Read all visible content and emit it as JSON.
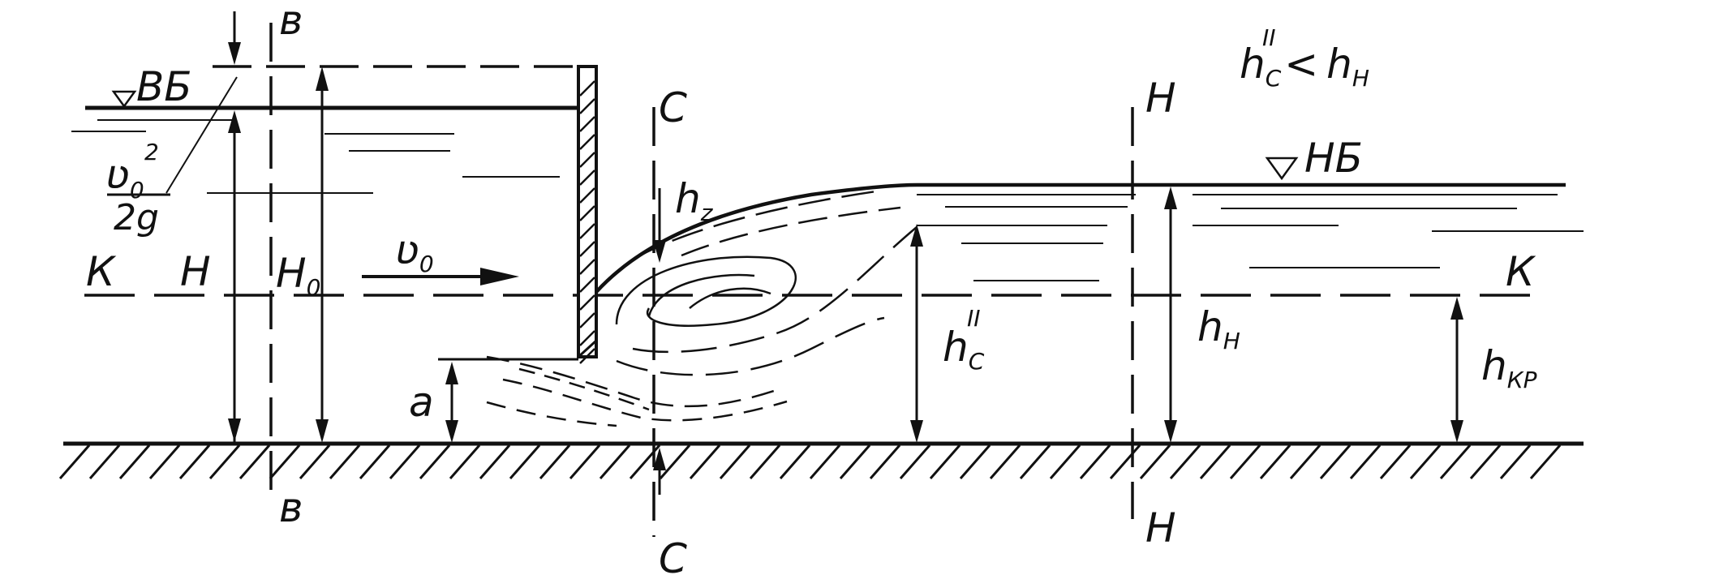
{
  "labels": {
    "headwater": "ВБ",
    "tailwater": "НБ",
    "velocity_head_num": "ʋ",
    "velocity_head_num_sub": "0",
    "velocity_head_num_sup": "2",
    "velocity_head_den": "2g",
    "section_v_top": "в",
    "section_v_bottom": "в",
    "section_c_top": "С",
    "section_c_bottom": "С",
    "section_n_top": "Н",
    "section_n_bottom": "Н",
    "critical_line_left": "К",
    "critical_line_right": "К",
    "head_h": "Н",
    "head_h0": "Н",
    "head_h0_sub": "0",
    "velocity_v0": "ʋ",
    "velocity_v0_sub": "0",
    "gate_opening": "а",
    "drop_hz": "h",
    "drop_hz_sub": "z",
    "conj_depth": "h",
    "conj_depth_sub": "C",
    "conj_depth_sup": "II",
    "tail_depth": "h",
    "tail_depth_sub": "Н",
    "crit_depth": "h",
    "crit_depth_sub": "КР",
    "condition_lhs": "h",
    "condition_lhs_sub": "C",
    "condition_lhs_sup": "II",
    "condition_op": "<",
    "condition_rhs": "h",
    "condition_rhs_sub": "Н"
  }
}
